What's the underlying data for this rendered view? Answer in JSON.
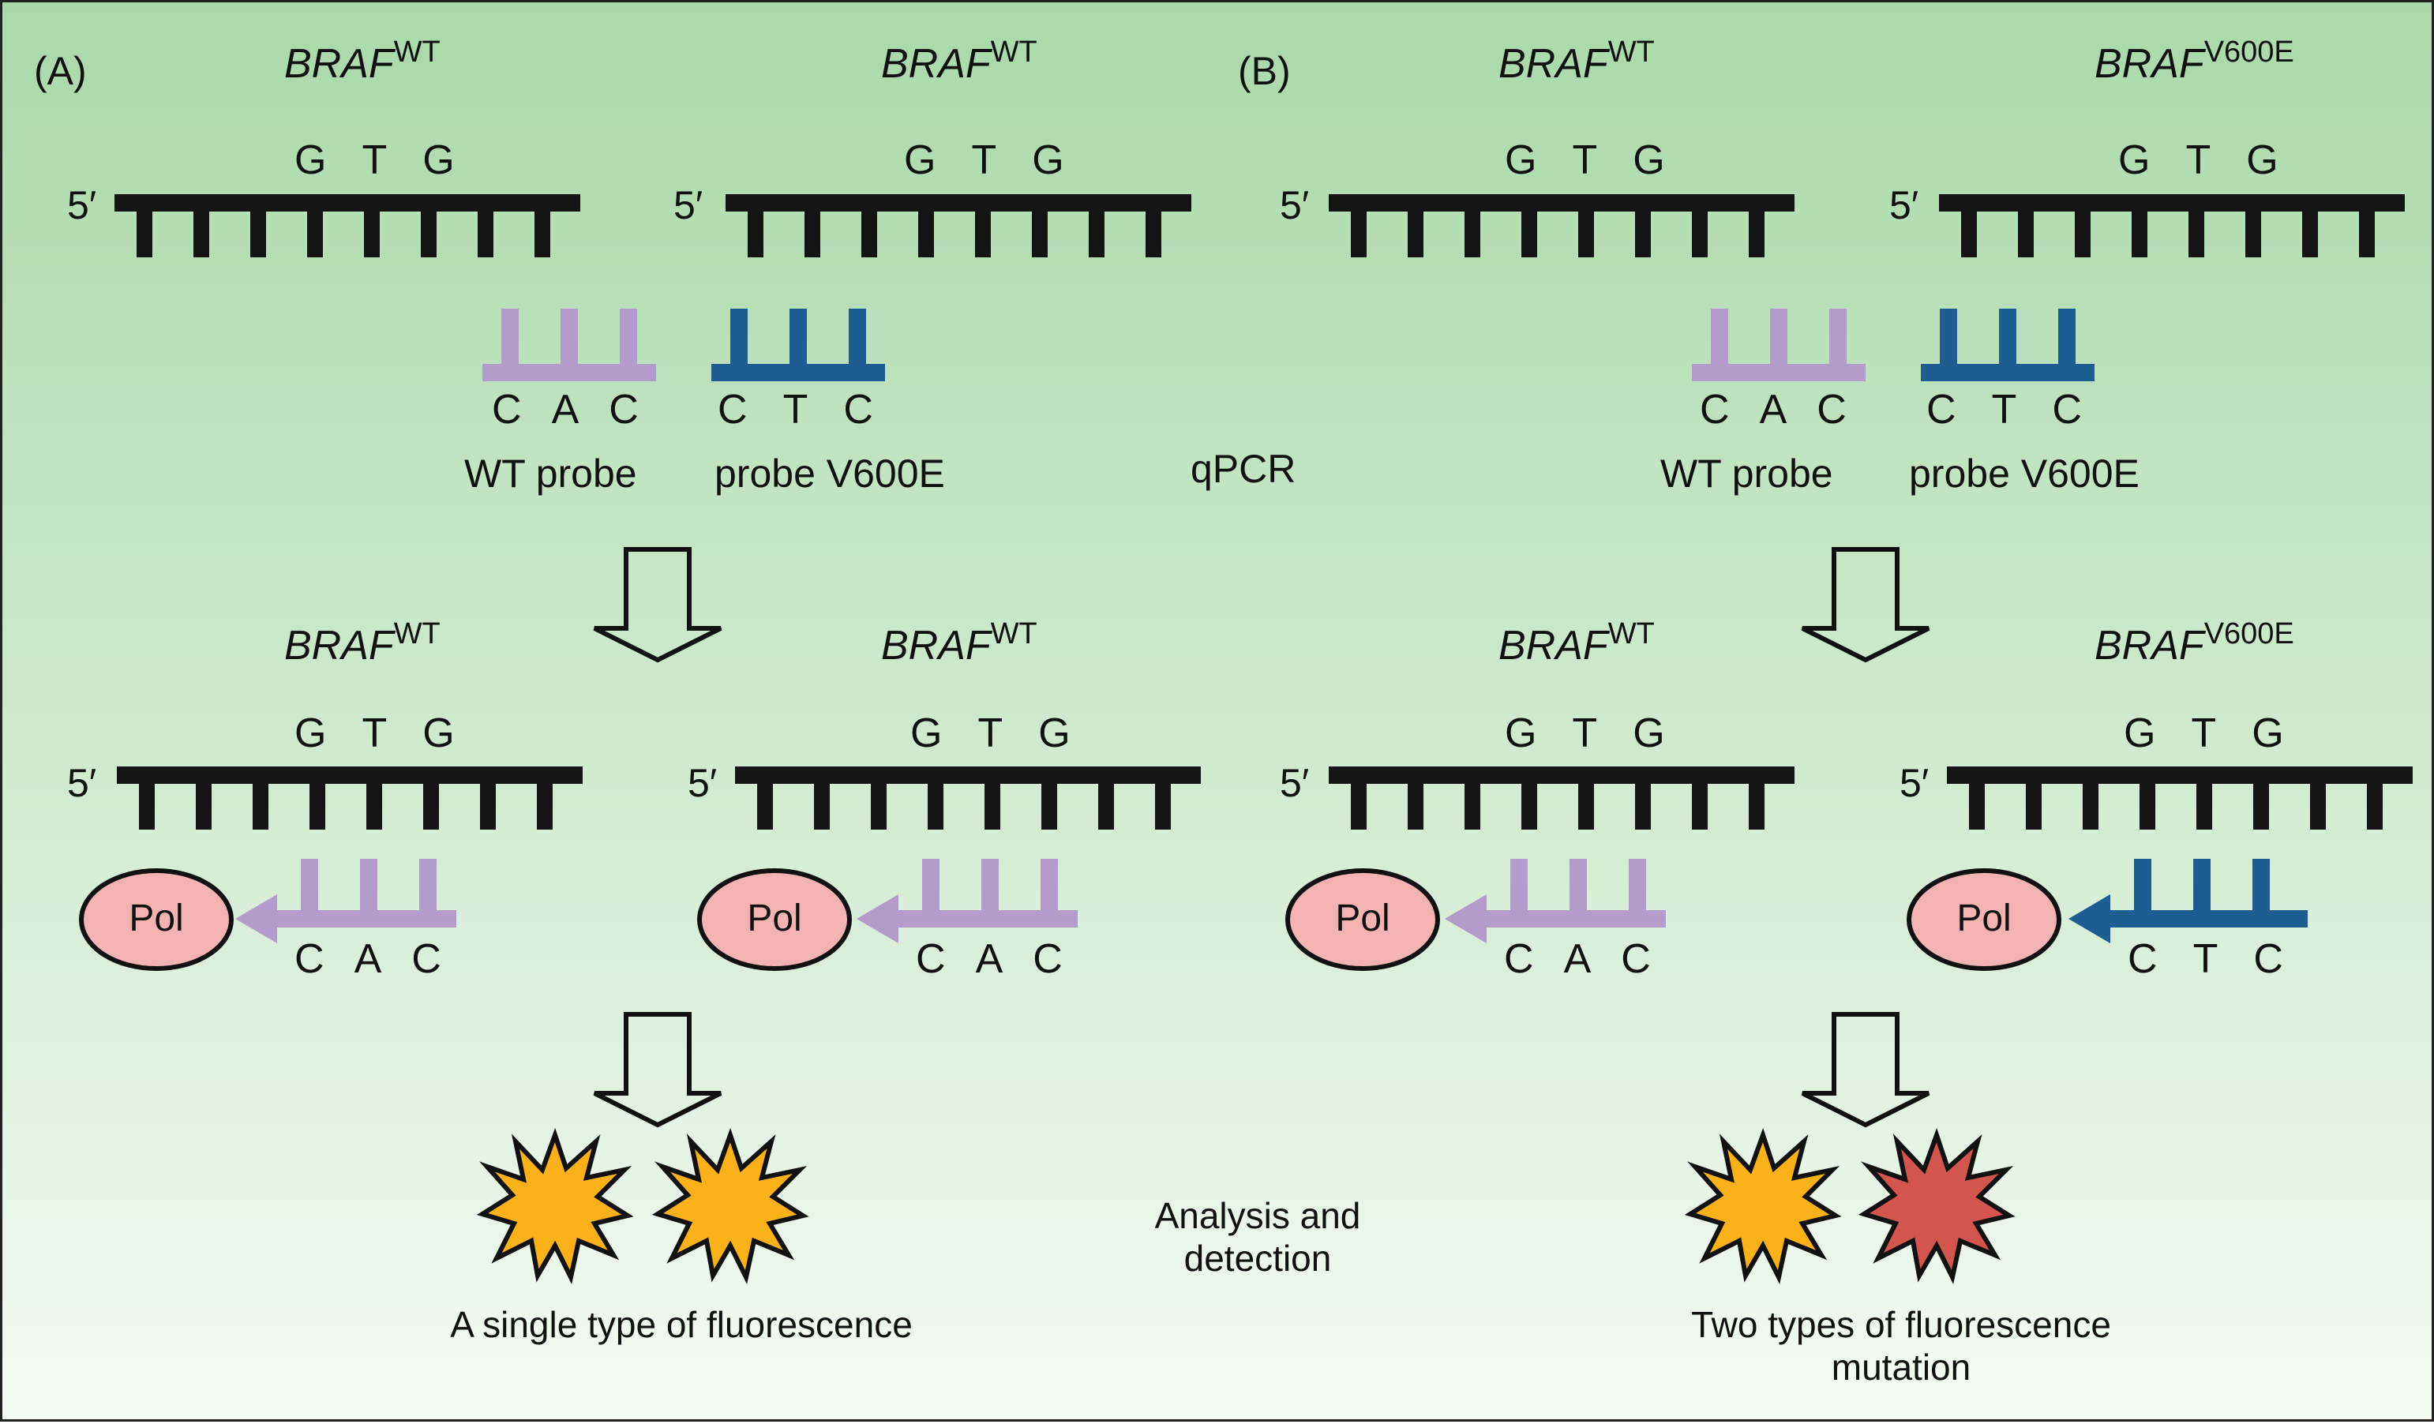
{
  "labels": {
    "panel_a": "(A)",
    "panel_b": "(B)",
    "gene_name": "BRAF",
    "wt_sup": "WT",
    "mut_sup": "V600E",
    "five_prime": "5′",
    "pol": "Pol",
    "qpcr": "qPCR",
    "analysis_line1": "Analysis and",
    "analysis_line2": "detection",
    "wt_probe": "WT probe",
    "mut_probe": "probe V600E",
    "single_fluor": "A single type of fluorescence",
    "two_fluor_line1": "Two types of fluorescence",
    "two_fluor_line2": "mutation"
  },
  "sequences": {
    "template": [
      "G",
      "T",
      "G"
    ],
    "wt_probe": [
      "C",
      "A",
      "C"
    ],
    "mut_probe": [
      "C",
      "T",
      "C"
    ]
  },
  "colors": {
    "wt_probe": "#b39ccb",
    "mut_probe": "#1f5c91",
    "pol_fill": "#f4b3b3",
    "yellow_burst": "#fbb11a",
    "red_burst": "#d4554e",
    "strand": "#141414"
  }
}
